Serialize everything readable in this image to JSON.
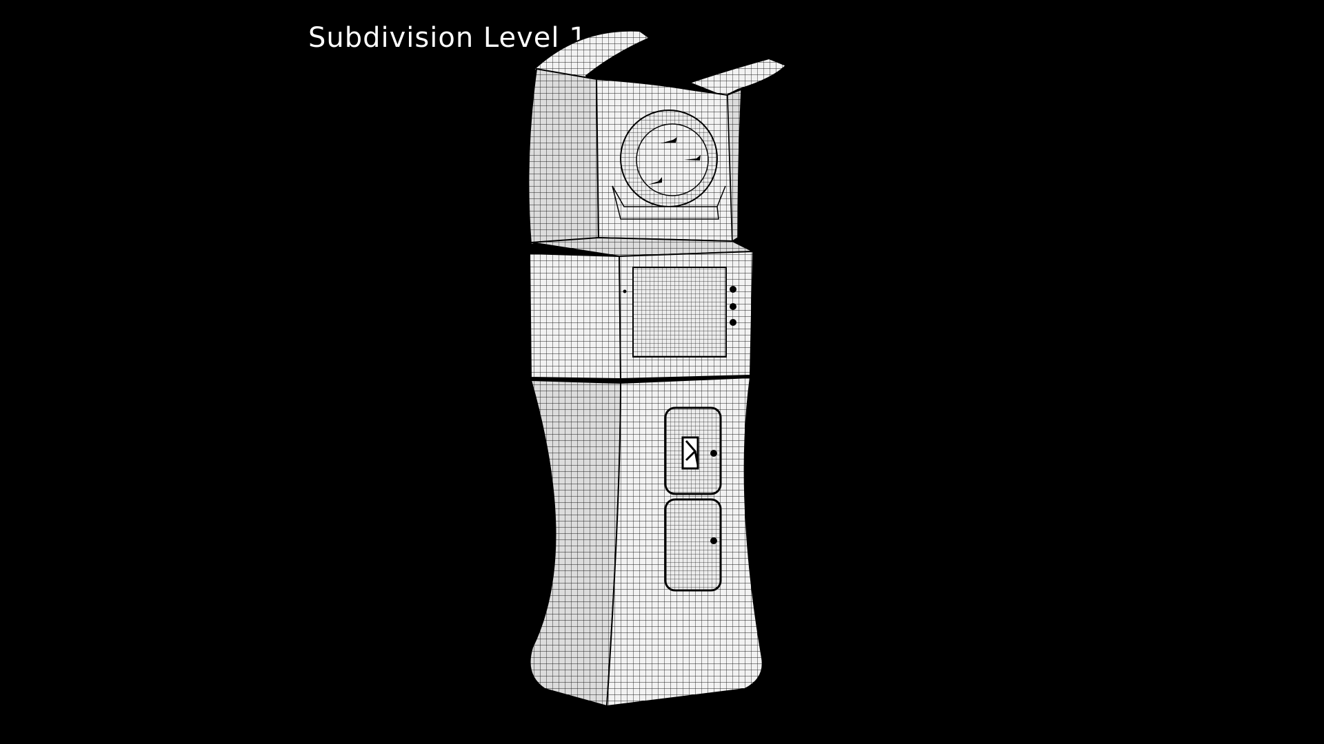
{
  "viewport": {
    "label": "Subdivision Level 1",
    "background_color": "#000000",
    "label_color": "#ffffff",
    "mesh_fill_color": "#f2f2f2",
    "wire_color": "#1a1a1a"
  },
  "model": {
    "subject": "dartboard-arcade-cabinet",
    "display_mode": "wireframe-on-shaded"
  }
}
